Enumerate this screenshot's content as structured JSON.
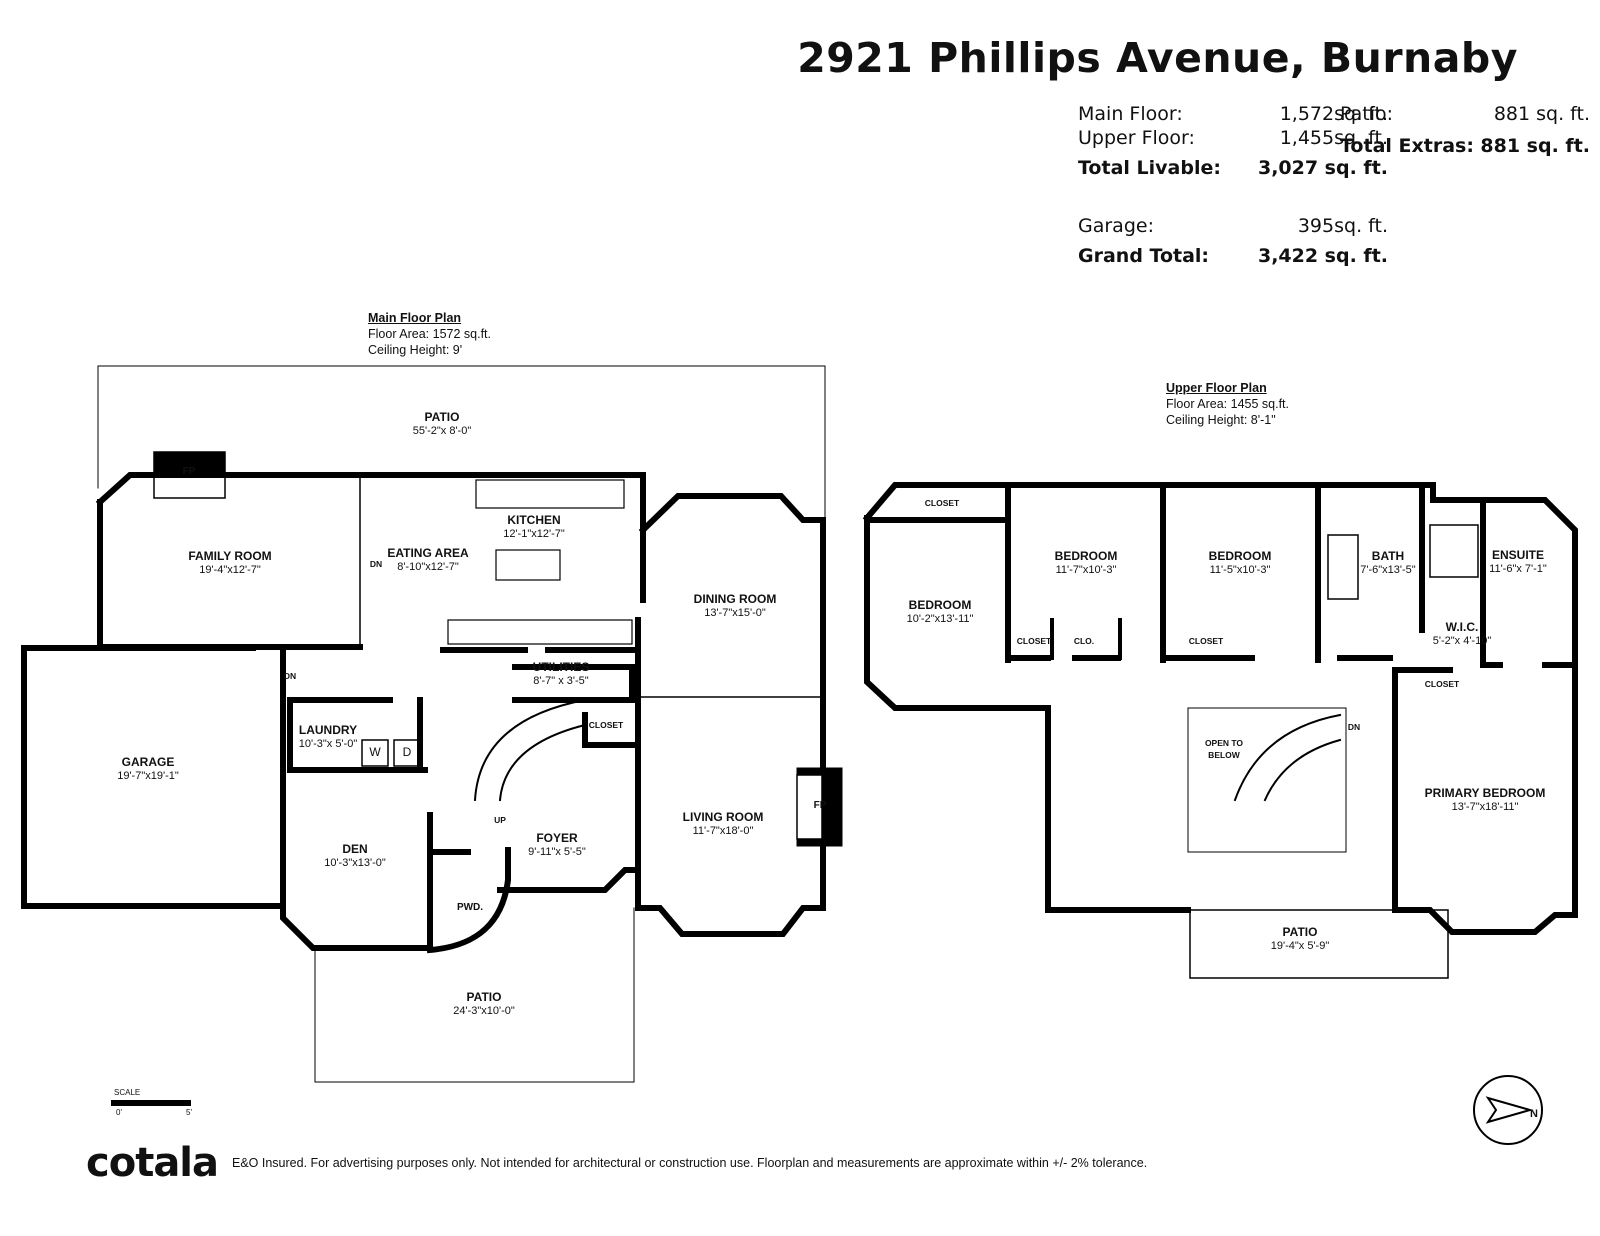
{
  "title": "2921 Phillips Avenue, Burnaby",
  "areas": {
    "main_floor": {
      "label": "Main Floor:",
      "value": "1,572sq. ft."
    },
    "upper_floor": {
      "label": "Upper Floor:",
      "value": "1,455sq. ft."
    },
    "total_livable": {
      "label": "Total Livable:",
      "value": "3,027 sq. ft."
    },
    "garage": {
      "label": "Garage:",
      "value": "395sq. ft."
    },
    "grand_total": {
      "label": "Grand Total:",
      "value": "3,422 sq. ft."
    },
    "patio": {
      "label": "Patio:",
      "value": "881 sq. ft."
    },
    "total_extras": {
      "label": "Total Extras:",
      "value": "881 sq. ft."
    }
  },
  "main_floor_plan": {
    "heading": "Main Floor Plan",
    "floor_area": "Floor Area: 1572 sq.ft.",
    "ceiling": "Ceiling Height: 9'",
    "rooms": [
      {
        "name": "PATIO",
        "dim": "55'-2\"x 8'-0\""
      },
      {
        "name": "FAMILY ROOM",
        "dim": "19'-4\"x12'-7\""
      },
      {
        "name": "EATING AREA",
        "dim": "8'-10\"x12'-7\""
      },
      {
        "name": "KITCHEN",
        "dim": "12'-1\"x12'-7\""
      },
      {
        "name": "DINING ROOM",
        "dim": "13'-7\"x15'-0\""
      },
      {
        "name": "UTILITIES",
        "dim": "8'-7\" x 3'-5\""
      },
      {
        "name": "GARAGE",
        "dim": "19'-7\"x19'-1\""
      },
      {
        "name": "LAUNDRY",
        "dim": "10'-3\"x 5'-0\""
      },
      {
        "name": "DEN",
        "dim": "10'-3\"x13'-0\""
      },
      {
        "name": "FOYER",
        "dim": "9'-11\"x 5'-5\""
      },
      {
        "name": "LIVING ROOM",
        "dim": "11'-7\"x18'-0\""
      },
      {
        "name": "PATIO",
        "dim": "24'-3\"x10'-0\""
      }
    ],
    "labels": {
      "closet": "CLOSET",
      "pwd": "PWD.",
      "fp1": "FP",
      "fp2": "FP",
      "dn1": "DN",
      "dn2": "DN",
      "up": "UP",
      "w": "W",
      "d": "D"
    }
  },
  "upper_floor_plan": {
    "heading": "Upper Floor Plan",
    "floor_area": "Floor Area: 1455 sq.ft.",
    "ceiling": "Ceiling Height: 8'-1\"",
    "rooms": [
      {
        "name": "BEDROOM",
        "dim": "10'-2\"x13'-11\""
      },
      {
        "name": "BEDROOM",
        "dim": "11'-7\"x10'-3\""
      },
      {
        "name": "BEDROOM",
        "dim": "11'-5\"x10'-3\""
      },
      {
        "name": "BATH",
        "dim": "7'-6\"x13'-5\""
      },
      {
        "name": "ENSUITE",
        "dim": "11'-6\"x 7'-1\""
      },
      {
        "name": "W.I.C.",
        "dim": "5'-2\"x 4'-10\""
      },
      {
        "name": "PRIMARY BEDROOM",
        "dim": "13'-7\"x18'-11\""
      },
      {
        "name": "PATIO",
        "dim": "19'-4\"x 5'-9\""
      }
    ],
    "labels": {
      "closet1": "CLOSET",
      "closet2": "CLOSET",
      "closet3": "CLOSET",
      "closet4": "CLOSET",
      "clo": "CLO.",
      "open1": "OPEN TO",
      "open2": "BELOW",
      "dn": "DN"
    }
  },
  "scale": {
    "label": "SCALE",
    "zero": "0'",
    "five": "5'"
  },
  "compass": {
    "label": "N"
  },
  "footer": {
    "brand": "cotala",
    "disclaimer": "E&O Insured. For advertising purposes only. Not intended for architectural or construction use. Floorplan and measurements are approximate within +/- 2% tolerance."
  }
}
